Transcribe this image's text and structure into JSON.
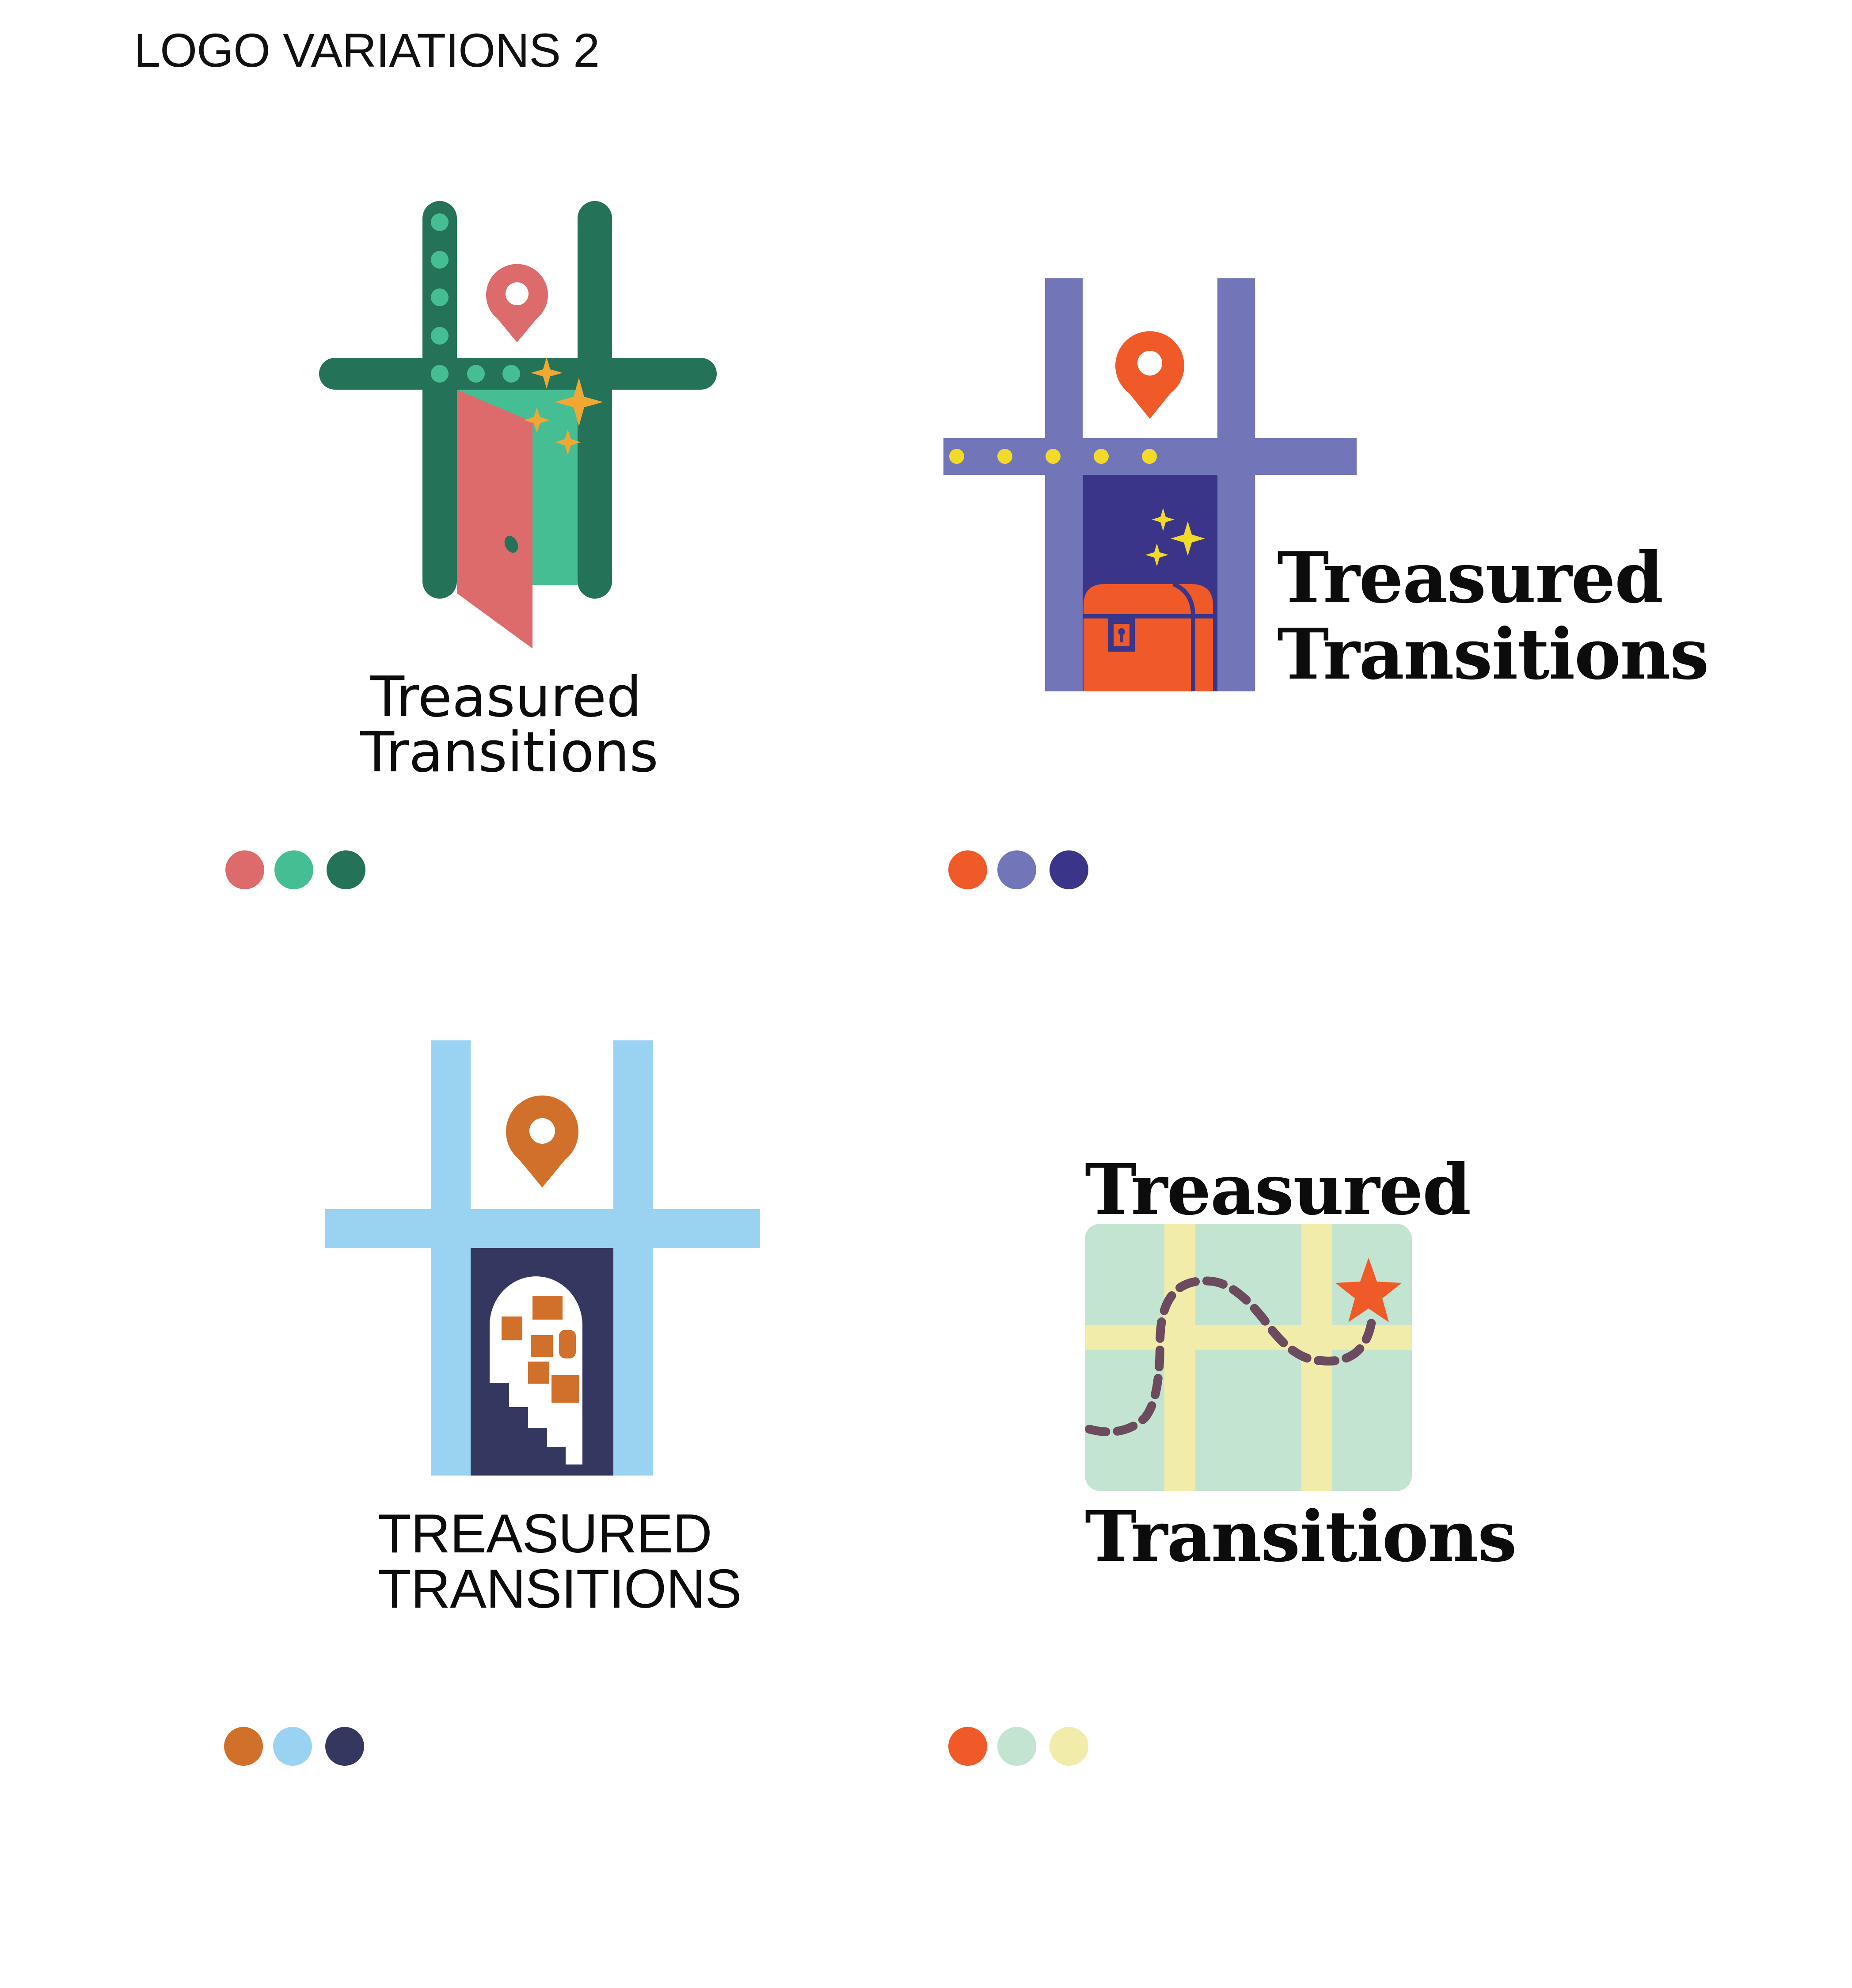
{
  "page": {
    "title": "LOGO VARIATIONS 2"
  },
  "variations": [
    {
      "wordmark": {
        "line1": "Treasured",
        "line2": "Transitions"
      },
      "palette": [
        "#dd6b6b",
        "#46be93",
        "#247257"
      ],
      "icons": [
        "map-pin-icon",
        "door-icon",
        "sparkle-icon"
      ]
    },
    {
      "wordmark": {
        "line1": "Treasured",
        "line2": "Transitions"
      },
      "palette": [
        "#f05a28",
        "#7276b8",
        "#3a3589"
      ],
      "icons": [
        "map-pin-icon",
        "treasure-chest-icon",
        "sparkle-icon"
      ]
    },
    {
      "wordmark": {
        "line1": "TREASURED",
        "line2": "TRANSITIONS"
      },
      "palette": [
        "#d1702a",
        "#9ad3f2",
        "#343860"
      ],
      "icons": [
        "map-pin-icon",
        "staircase-icon"
      ]
    },
    {
      "wordmark": {
        "line1": "Treasured",
        "line2": "Transitions"
      },
      "palette": [
        "#f05a28",
        "#c2e4d0",
        "#f2ecab"
      ],
      "icons": [
        "treasure-map-icon",
        "star-icon"
      ]
    }
  ]
}
